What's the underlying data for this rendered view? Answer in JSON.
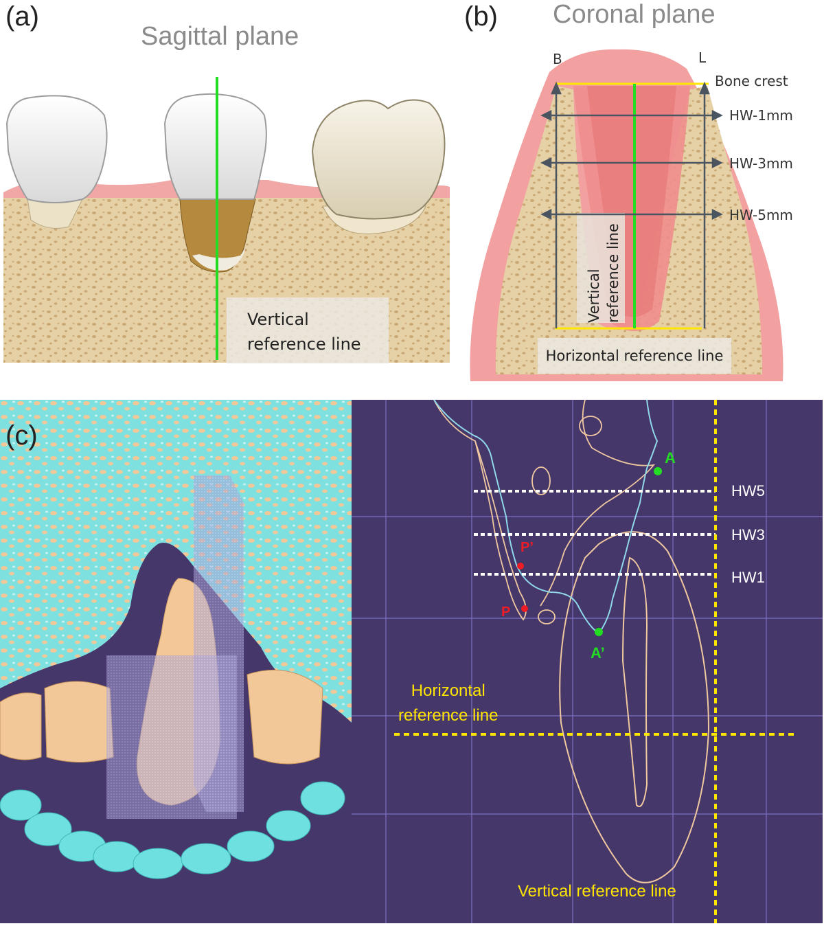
{
  "panel_a": {
    "letter": "(a)",
    "title": "Sagittal plane",
    "line_label_1": "Vertical",
    "line_label_2": "reference line"
  },
  "panel_b": {
    "letter": "(b)",
    "title": "Coronal plane",
    "buccal": "B",
    "lingual": "L",
    "bone_crest": "Bone crest",
    "hw1": "HW-1mm",
    "hw3": "HW-3mm",
    "hw5": "HW-5mm",
    "vertical_1": "Vertical",
    "vertical_2": "reference line",
    "horizontal": "Horizontal reference line"
  },
  "panel_c": {
    "letter": "(c)",
    "point_a": "A",
    "point_a_prime": "A’",
    "point_p": "P",
    "point_p_prime": "P’",
    "hw5": "HW5",
    "hw3": "HW3",
    "hw1": "HW1",
    "horizontal_1": "Horizontal",
    "horizontal_2": "reference line",
    "vertical": "Vertical reference line"
  },
  "colors": {
    "green_line": "#22dd22",
    "yellow_line": "#ffe600",
    "cbct_bg": "#46376a",
    "grid": "#7a6fc0",
    "tooth_outline": "#f0c8a0",
    "soft_outline": "#8fd8e8",
    "bone": "#e8d4a8",
    "gum": "#f2a0a0"
  }
}
